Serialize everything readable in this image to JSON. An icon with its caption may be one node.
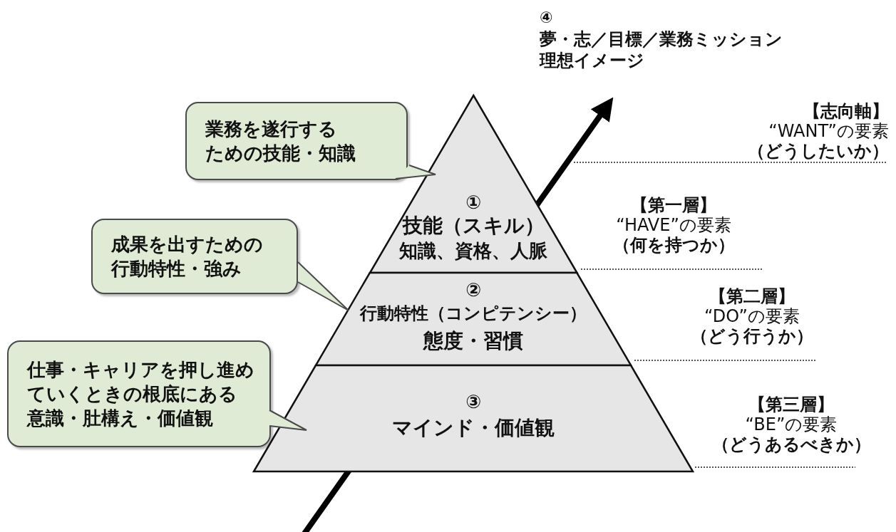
{
  "diagram": {
    "nodes": [
      {
        "text": [
          "④",
          "夢・志／目標／業務ミッション",
          "理想イメージ"
        ]
      },
      {
        "text": [
          "業務を遂行するための技能・知識"
        ]
      },
      {
        "text": [
          "①",
          "技能（スキル）",
          "知識、資格、人脈"
        ]
      },
      {
        "text": [
          "成果を出すための行動特性・強み"
        ]
      },
      {
        "text": [
          "②",
          "行動特性（コンピテンシー）",
          "態度・習慣"
        ]
      },
      {
        "text": [
          "仕事・キャリアを押し進めていくときの根底にある意識・肚構え・価値観"
        ]
      },
      {
        "text": [
          "③",
          "マインド・価値観"
        ]
      }
    ],
    "edges": [
      {
        "from": 1,
        "to": 2,
        "arrow": "none"
      },
      {
        "from": 3,
        "to": 4,
        "arrow": "none"
      },
      {
        "from": 5,
        "to": 6,
        "arrow": "none"
      },
      {
        "from": null,
        "to": 0,
        "arrow": "to",
        "style": "thick"
      }
    ],
    "labels": [
      "【志向軸】",
      "“WANT”の要素",
      "（どうしたいか）",
      "【第一層】",
      "“HAVE”の要素",
      "（何を持つか）",
      "【第二層】",
      "“DO”の要素",
      "（どう行うか）",
      "【第三層】",
      "“BE”の要素",
      "（どうあるべきか）"
    ]
  }
}
